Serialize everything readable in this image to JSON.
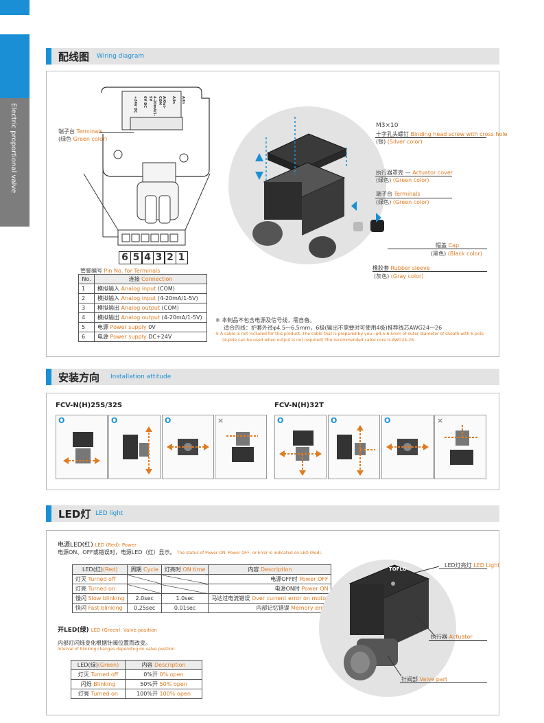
{
  "sidebar": {
    "label": "Electric proportional valve"
  },
  "wiring": {
    "title_zh": "配线图",
    "title_en": "Wiring diagram",
    "terminal_label_zh": "端子台",
    "terminal_label_en": "Terminals",
    "terminal_color_zh": "(绿色",
    "terminal_color_en": "Green color)",
    "pin_numbers": [
      "6",
      "5",
      "4",
      "3",
      "2",
      "1"
    ],
    "pin_caption_zh": "管脚编号",
    "pin_caption_en": "Pin No. for Terminals",
    "terminal_legends": [
      "+24V DC",
      "0V DC",
      "4-20mA/1-5V",
      "A/Out-COM",
      "A/In",
      "A/In"
    ],
    "table_header": {
      "no": "No.",
      "conn_zh": "连接",
      "conn_en": "Connection"
    },
    "table_rows": [
      {
        "no": "1",
        "zh": "模拟输入",
        "en": "Analog input",
        "val": "(COM)"
      },
      {
        "no": "2",
        "zh": "模拟输入",
        "en": "Analog input",
        "val": "(4-20mA/1-5V)"
      },
      {
        "no": "3",
        "zh": "模拟输出",
        "en": "Analog output",
        "val": "(COM)"
      },
      {
        "no": "4",
        "zh": "模拟输出",
        "en": "Analog output",
        "val": "(4-20mA/1-5V)"
      },
      {
        "no": "5",
        "zh": "电源",
        "en": "Power supply",
        "val": "0V"
      },
      {
        "no": "6",
        "zh": "电源",
        "en": "Power supply",
        "val": "DC+24V"
      }
    ],
    "callouts": {
      "screw_model": "M3×10",
      "screw_zh": "十字孔头螺钉",
      "screw_en": "Binding head screw with cross hole",
      "screw_color_zh": "(银)",
      "screw_color_en": "(Silver color)",
      "cover_zh": "执行器罩壳 —",
      "cover_en": "Actuator cover",
      "cover_color_zh": "(绿色)",
      "cover_color_en": "(Green color)",
      "term_zh": "端子台",
      "term_en": "Terminals",
      "term_color_zh": "(绿色)",
      "term_color_en": "(Green color)",
      "cap_zh": "帽盖",
      "cap_en": "Cap",
      "cap_color_zh": "(黑色)",
      "cap_color_en": "(Black color)",
      "sleeve_zh": "橡胶套",
      "sleeve_en": "Rubber sleeve",
      "sleeve_color_zh": "(灰色)",
      "sleeve_color_en": "(Gray color)"
    },
    "note1": "※ 本制品不包含电源及信号线，需自备。",
    "note2": "适合的线：护套外径φ4.5～6.5mm，6极(输出不需要时可使用4极)推荐线芯AWG24～26",
    "note3": "※  A cable is not included for this product. The cable that is prepared by you : φ4.5-6.5mm of outer diameter of sheath with 6-pole",
    "note4": "(4-pole can be used when output is not required).The recommended cable core is AWG24-26."
  },
  "install": {
    "title_zh": "安装方向",
    "title_en": "Installation attitude",
    "group1": "FCV-N(H)25S/32S",
    "group2": "FCV-N(H)32T",
    "marks": [
      "O",
      "O",
      "O",
      "×",
      "O",
      "O",
      "O",
      "×"
    ]
  },
  "led": {
    "title_zh": "LED灯",
    "title_en": "LED light",
    "power_title_zh": "电源LED(红)",
    "power_title_en": "LED (Red): Power",
    "power_desc_zh": "电源ON、OFF或错误时，电源LED（红）显示。",
    "power_desc_en": "The status of Power ON, Power OFF, or Error is indicated on LED (Red).",
    "red_header": {
      "led_zh": "LED(红)",
      "led_en": "(Red)",
      "cycle_zh": "周期",
      "cycle_en": "Cycle",
      "on_zh": "灯亮时",
      "on_en": "ON time",
      "content_zh": "内容",
      "content_en": "Description"
    },
    "red_rows": [
      {
        "zh": "灯灭",
        "en": "Turned off",
        "cycle": "",
        "on": "",
        "c_zh": "电源OFF时",
        "c_en": "Power OFF"
      },
      {
        "zh": "灯亮",
        "en": "Turned on",
        "cycle": "",
        "on": "",
        "c_zh": "电源ON时",
        "c_en": "Power ON"
      },
      {
        "zh": "慢闪",
        "en": "Slow blinking",
        "cycle": "2.0sec",
        "on": "1.0sec",
        "c_zh": "马达过电流错误",
        "c_en": "Over current error on motor"
      },
      {
        "zh": "快闪",
        "en": "Fast blinking",
        "cycle": "0.25sec",
        "on": "0.01sec",
        "c_zh": "内部记忆错误",
        "c_en": "Memory error"
      }
    ],
    "green_title_zh": "开LED(绿)",
    "green_title_en": "LED (Green): Valve position",
    "green_desc_zh": "内部灯闪烁变化根据针阀位置而改变。",
    "green_desc_en": "Interval of blinking changes depending on valve position.",
    "green_header": {
      "led_zh": "LED(绿)",
      "led_en": "(Green)",
      "content_zh": "内容",
      "content_en": "Description"
    },
    "green_rows": [
      {
        "zh": "灯灭",
        "en": "Turned off",
        "c_zh": "0%开",
        "c_en": "0% open"
      },
      {
        "zh": "闪烁",
        "en": "Blinking",
        "c_zh": "50%开",
        "c_en": "50% open"
      },
      {
        "zh": "灯亮",
        "en": "Turned on",
        "c_zh": "100%开",
        "c_en": "100% open"
      }
    ],
    "callout_led_zh": "LED灯亮灯",
    "callout_led_en": "LED Light",
    "callout_act_zh": "执行器",
    "callout_act_en": "Actuator",
    "callout_valve_zh": "针阀部",
    "callout_valve_en": "Valve part",
    "logo": "TOFLO"
  },
  "colors": {
    "accent": "#1a8fd6",
    "orange": "#e07a1f",
    "sidebar_gray": "#7d7d7d"
  }
}
